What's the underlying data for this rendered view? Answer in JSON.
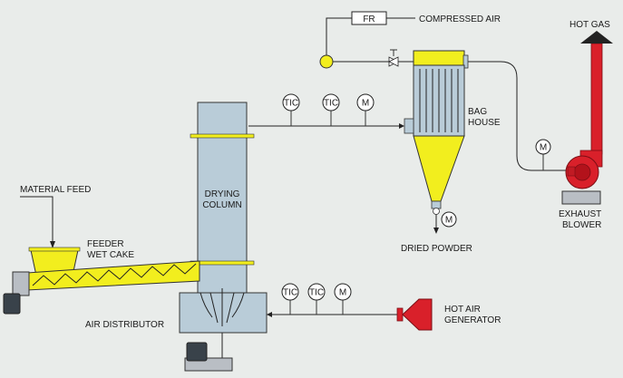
{
  "labels": {
    "compressed_air": "COMPRESSED AIR",
    "flow_regulator": "FR",
    "hot_gas": "HOT  GAS",
    "bag_house_1": "BAG",
    "bag_house_2": "HOUSE",
    "drying_column_1": "DRYING",
    "drying_column_2": "COLUMN",
    "material_feed": "MATERIAL   FEED",
    "feeder_1": "FEEDER",
    "feeder_2": "WET CAKE",
    "air_distributor": "AIR  DISTRIBUTOR",
    "dried_powder": "DRIED POWDER",
    "exhaust_1": "EXHAUST",
    "exhaust_2": "BLOWER",
    "hot_air_1": "HOT  AIR",
    "hot_air_2": "GENERATOR"
  },
  "instruments": {
    "tic": "TIC",
    "motor": "M"
  },
  "colors": {
    "background": "#e9ecea",
    "column": "#b9ccd8",
    "yellow": "#f2ee1e",
    "red": "#d9202a",
    "machine": "#b9bec4",
    "dark": "#39424a"
  }
}
